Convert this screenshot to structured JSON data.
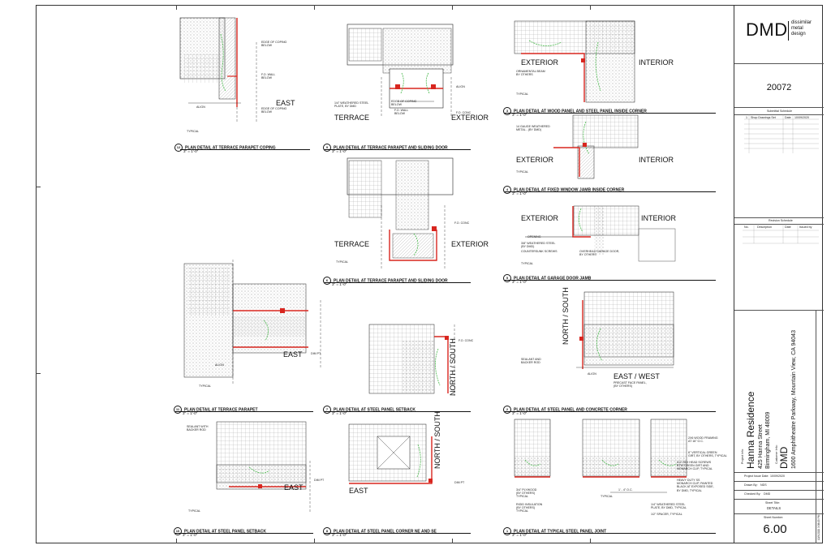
{
  "title_block": {
    "logo": "DMD",
    "logo_sub": [
      "dissimilar",
      "metal",
      "design"
    ],
    "job_number": "20072",
    "submittal_schedule_title": "Submittal Schedule",
    "submittal_row": [
      "1",
      "Shop Drawings Set",
      "Date",
      "10/09/2020"
    ],
    "revision_schedule_title": "Revision Schedule",
    "revision_headers": [
      "No.",
      "Description",
      "Date",
      "Issued by"
    ],
    "project_info_label": "Project Info:",
    "project_name": "Hanna Residence",
    "project_address_1": "425 Hanna Street",
    "project_address_2": "Birmingham, MI 48009",
    "customer_info_label": "Customer Info:",
    "customer_name": "DMD",
    "customer_address": "1600 Amphitheatre Parkway, Mountain View, CA 94043",
    "issue_date_label": "Project Issue Date:",
    "issue_date": "10/09/2020",
    "drawn_by_label": "Drawn By:",
    "drawn_by": "NDS",
    "checked_by_label": "Checked By:",
    "checked_by": "DMD",
    "sheet_title_label": "Sheet Title:",
    "sheet_title": "DETAILS",
    "sheet_number_label": "Sheet Number:",
    "sheet_number": "6.00",
    "timestamp": "10/9/2020 3:38:05 PM"
  },
  "details": [
    {
      "num": "12",
      "title": "PLAN DETAIL AT TERRACE PARAPET COPING",
      "scale": "3\" = 1'-0\"",
      "labels": [
        "EAST"
      ]
    },
    {
      "num": "9",
      "title": "PLAN DETAIL AT TERRACE PARAPET AND SLIDING DOOR",
      "scale": "3\" = 1'-0\"",
      "labels": [
        "TERRACE",
        "EXTERIOR"
      ]
    },
    {
      "num": "6",
      "title": "PLAN DETAIL AT TERRACE PARAPET AND SLIDING DOOR",
      "scale": "3\" = 1'-0\"",
      "labels": [
        "TERRACE",
        "EXTERIOR"
      ]
    },
    {
      "num": "3",
      "title": "PLAN DETAIL AT WOOD PANEL AND STEEL PANEL INSIDE CORNER",
      "scale": "3\" = 1'-0\"",
      "labels": [
        "EXTERIOR",
        "INTERIOR"
      ]
    },
    {
      "num": "4",
      "title": "PLAN DETAIL AT FIXED WINDOW JAMB INSIDE CORNER",
      "scale": "3\" = 1'-0\"",
      "labels": [
        "EXTERIOR",
        "INTERIOR"
      ]
    },
    {
      "num": "5",
      "title": "PLAN DETAIL AT GARAGE DOOR JAMB",
      "scale": "3\" = 1'-0\"",
      "labels": [
        "EXTERIOR",
        "INTERIOR"
      ]
    },
    {
      "num": "11",
      "title": "PLAN DETAIL AT TERRACE PARAPET",
      "scale": "3\" = 1'-0\"",
      "labels": [
        "EAST"
      ]
    },
    {
      "num": "7",
      "title": "PLAN DETAIL AT STEEL PANEL SETBACK",
      "scale": "3\" = 1'-0\"",
      "labels": [
        "NORTH / SOUTH"
      ]
    },
    {
      "num": "2",
      "title": "PLAN DETAIL AT STEEL PANEL AND CONCRETE CORNER",
      "scale": "3\" = 1'-0\"",
      "labels": [
        "NORTH / SOUTH",
        "EAST / WEST"
      ]
    },
    {
      "num": "10",
      "title": "PLAN DETAIL AT STEEL PANEL SETBACK",
      "scale": "3\" = 1'-0\"",
      "labels": [
        "EAST"
      ]
    },
    {
      "num": "8",
      "title": "PLAN DETAIL AT STEEL PANEL CORNER NE AND SE",
      "scale": "3\" = 1'-0\"",
      "labels": [
        "EAST",
        "NORTH / SOUTH"
      ]
    },
    {
      "num": "1",
      "title": "PLAN DETAIL AT TYPICAL STEEL PANEL JOINT",
      "scale": "3\" = 1'-0\"",
      "labels": []
    }
  ],
  "notes": {
    "typical": "TYPICAL",
    "edge_coping": "EDGE OF COPING\nBELOW",
    "fo_wall": "F.O. WALL\nBELOW",
    "align": "ALIGN",
    "fo_conc": "F.O. CONC",
    "dim_pt": "DIM PT",
    "weathered_plate": "1/4\" WEATHERED STEEL\nPLATE, BY DMD",
    "ornamental_beam": "ORNAMENTAL BEAM\nBY OTHERS",
    "gauge_metal": "14 GAUGE WEATHERED\nMETAL - (BY DMD)",
    "opening": "OPENING",
    "weathered_steel": "3/8\" WEATHERED STEEL\n(BY DMD)",
    "countersunk": "COUNTERSUNK SCREWS",
    "overhead_door": "OVERHEAD GARAGE DOOR,\nBY OTHERS",
    "sealant": "SEALANT AND\nBACKER ROD",
    "precast": "PRECAST FACE PANEL,\n(BY OTHERS)",
    "sealant_backer": "SEALANT WITH\nBACKER ROD",
    "wood_framing": "2X6 WOOD FRAMING\nAT 16\" O.C.",
    "girt": "6\" VERTICAL GREEN\nGIRT, BY OTHERS, TYPICAL",
    "hex_screws": "#12 HEX HEAD SCREWS\nBTW GREEN GIRT AND\nMONARCH CLIP, TYPICAL",
    "monarch": "HEAVY DUTY SS\nMONARCH CLIP, PAINTED\nBLACK AT EXPOSED SIDE,\nBY DMD, TYPICAL",
    "plywood": "3/4\" PLYWOOD\n(BY OTHERS)\nTYPICAL",
    "rigid": "RIGID INSULATION\n(BY OTHERS)\nTYPICAL",
    "steel_plate": "1/4\" WEATHERED STEEL\nPLATE, BY DMD, TYPICAL",
    "spacer": "1/2\" SPACER, TYPICAL",
    "oc": "1' - 4\" O.C."
  },
  "colors": {
    "accent_red": "#d8261f",
    "accent_green": "#47b84a",
    "line": "#222222",
    "hatch": "#888888"
  }
}
